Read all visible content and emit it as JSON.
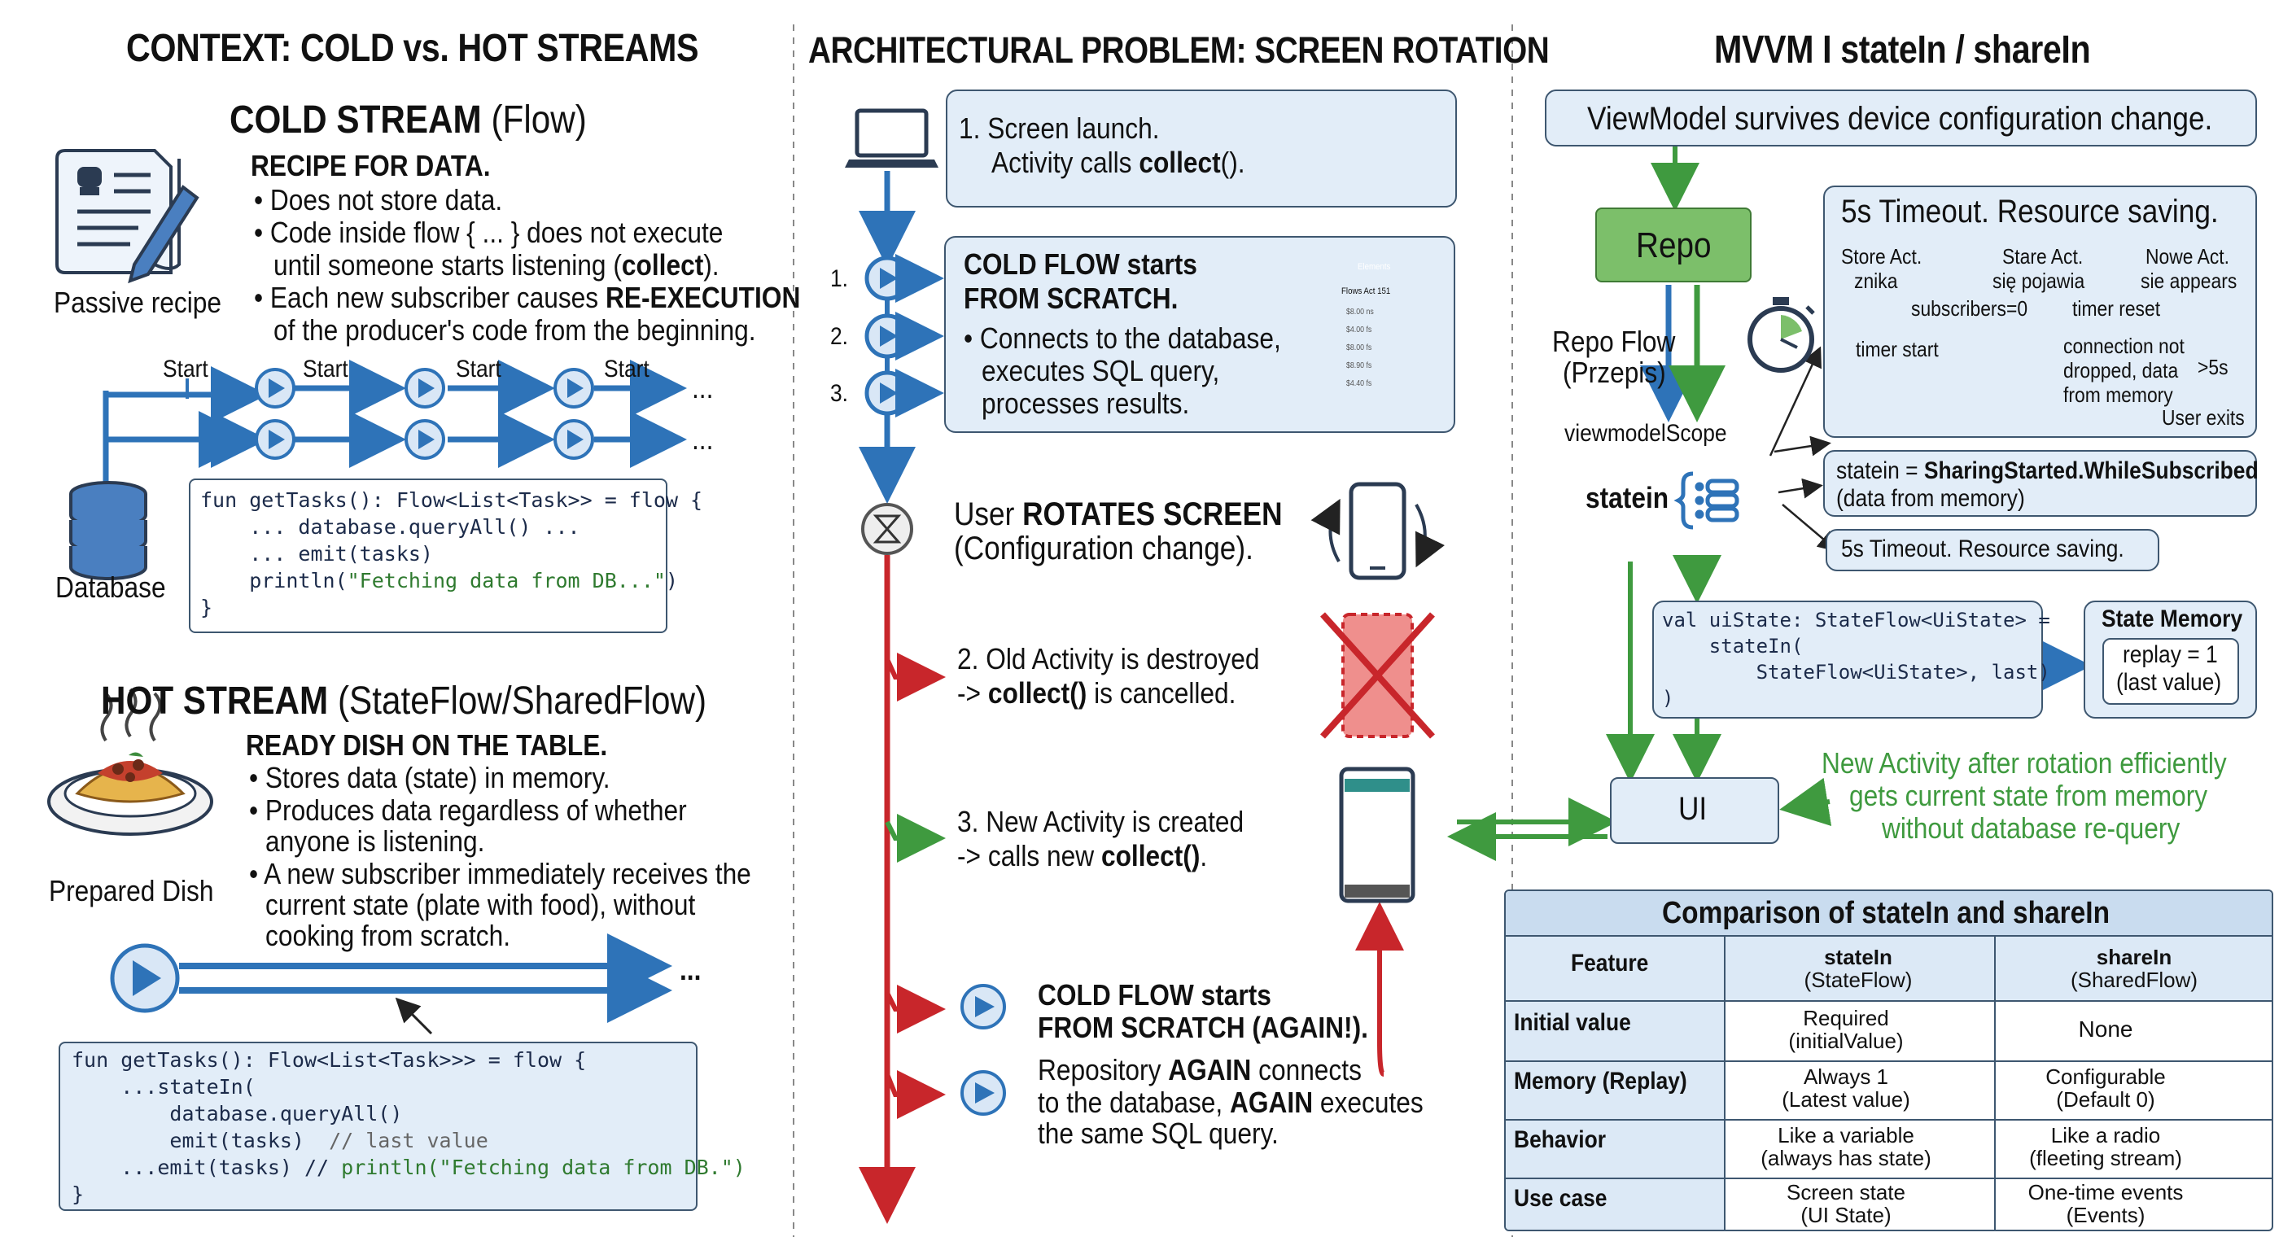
{
  "columns": {
    "left_title": "CONTEXT: COLD vs. HOT STREAMS",
    "mid_title": "ARCHITECTURAL PROBLEM: SCREEN ROTATION",
    "right_title": "MVVM I stateIn / shareIn"
  },
  "cold": {
    "title": "COLD STREAM",
    "title_suffix": "(Flow)",
    "subtitle": "RECIPE FOR DATA.",
    "bullet1": "• Does not store data.",
    "bullet2": "• Code inside flow { ... } does not execute",
    "bullet2b_pre": "until someone starts listening (",
    "bullet2b_bold": "collect",
    "bullet2b_post": ").",
    "bullet3_pre": "• Each new subscriber causes ",
    "bullet3_bold": "RE-EXECUTION",
    "bullet3b": "of the producer's code from the beginning.",
    "icon_label": "Passive recipe",
    "db_label": "Database",
    "start": "Start",
    "ellipsis": "...",
    "code_l1": "fun getTasks(): Flow<List<Task>> = flow {",
    "code_l2": "    ... database.queryAll() ...",
    "code_l3": "    ... emit(tasks)",
    "code_l4a": "    println(",
    "code_l4s": "\"Fetching data from DB...\"",
    "code_l4b": ")",
    "code_l5": "}"
  },
  "hot": {
    "title": "HOT STREAM",
    "title_suffix": "(StateFlow/SharedFlow)",
    "subtitle": "READY DISH ON THE TABLE.",
    "bullet1": "• Stores data (state) in memory.",
    "bullet2": "• Produces data regardless of whether",
    "bullet2b": "anyone is listening.",
    "bullet3": "• A new subscriber immediately receives the",
    "bullet3b": "current state (plate with food), without",
    "bullet3c": "cooking from scratch.",
    "icon_label": "Prepared Dish",
    "ellipsis": "...",
    "code_l1": "fun getTasks(): Flow<List<Task>>> = flow {",
    "code_l2": "    ...stateIn(",
    "code_l3": "        database.queryAll()",
    "code_l4a": "        emit(tasks)  ",
    "code_l4c": "// last value",
    "code_l5a": "    ...emit(tasks) // ",
    "code_l5s": "println(\"Fetching data from DB.\")",
    "code_l6": "}"
  },
  "mid": {
    "step1_l1": "1. Screen launch.",
    "step1_l2_pre": "Activity calls ",
    "step1_l2_bold": "collect",
    "step1_l2_post": "().",
    "cold_title_l1": "COLD FLOW starts",
    "cold_title_l2": "FROM SCRATCH.",
    "cold_b1": "• Connects to the database,",
    "cold_b2": "executes SQL query,",
    "cold_b3": "processes results.",
    "n1": "1.",
    "n2": "2.",
    "n3": "3.",
    "phone_header": "Elements",
    "phone_sub": "Flows Act 151",
    "phone_rows": [
      "$8.00 ns",
      "$4.00 fs",
      "$8.00 fs",
      "$8.90 fs",
      "$4.40 fs"
    ],
    "rotate_pre": "User ",
    "rotate_bold": "ROTATES SCREEN",
    "rotate_l2": "(Configuration change).",
    "destroy_l1": "2. Old Activity is destroyed",
    "destroy_l2_pre": "-> ",
    "destroy_l2_bold": "collect()",
    "destroy_l2_post": " is cancelled.",
    "new_l1": "3. New Activity is created",
    "new_l2_pre": "-> calls new ",
    "new_l2_bold": "collect()",
    "new_l2_post": ".",
    "again_title_l1": "COLD FLOW starts",
    "again_title_l2": "FROM SCRATCH (AGAIN!).",
    "again_l1_pre": "Repository ",
    "again_l1_bold": "AGAIN",
    "again_l1_post": " connects",
    "again_l2_pre": "to the database, ",
    "again_l2_bold": "AGAIN",
    "again_l2_post": " executes",
    "again_l3": "the same SQL query."
  },
  "mvvm": {
    "survive": "ViewModel survives device configuration change.",
    "repo": "Repo",
    "repo_flow_l1": "Repo Flow",
    "repo_flow_l2": "(Przepis)",
    "timeout_title": "5s Timeout. Resource saving.",
    "tl_a1": "Store Act.",
    "tl_a2": "znika",
    "tl_b1": "Stare Act.",
    "tl_b2": "się pojawia",
    "tl_c1": "Nowe Act.",
    "tl_c2": "sie appears",
    "tl_subs": "subscribers=0",
    "tl_reset": "timer reset",
    "tl_start": "timer start",
    "tl_conn_l1": "connection not",
    "tl_conn_l2": "dropped, data",
    "tl_conn_l3": "from memory",
    "tl_gt5": ">5s",
    "tl_exit": "User exits",
    "scope": "viewmodelScope",
    "statein": "statein",
    "started_pre": "statein = ",
    "started_bold": "SharingStarted.WhileSubscribed",
    "started_l2": "(data from memory)",
    "timeout_small": "5s Timeout. Resource saving.",
    "code_l1": "val uiState: StateFlow<UiState> =",
    "code_l2": "    stateIn(",
    "code_l3": "        StateFlow<UiState>, last)",
    "code_l4": ")",
    "mem_title": "State Memory",
    "mem_l1": "replay = 1",
    "mem_l2": "(last value)",
    "ui": "UI",
    "green_note_l1": "New Activity after rotation efficiently",
    "green_note_l2": "gets current state from memory",
    "green_note_l3": "without database re-query"
  },
  "table": {
    "title": "Comparison of stateIn and shareIn",
    "headers": [
      "Feature",
      "stateIn",
      "(StateFlow)",
      "shareIn",
      "(SharedFlow)"
    ],
    "rows": [
      {
        "feature": "Initial value",
        "a1": "Required",
        "a2": "(initialValue)",
        "b1": "None",
        "b2": ""
      },
      {
        "feature": "Memory (Replay)",
        "a1": "Always 1",
        "a2": "(Latest value)",
        "b1": "Configurable",
        "b2": "(Default 0)"
      },
      {
        "feature": "Behavior",
        "a1": "Like a variable",
        "a2": "(always has state)",
        "b1": "Like a radio",
        "b2": "(fleeting stream)"
      },
      {
        "feature": "Use case",
        "a1": "Screen state",
        "a2": "(UI State)",
        "b1": "One-time events",
        "b2": "(Events)"
      }
    ]
  },
  "colors": {
    "blue_arrow": "#2e73b8",
    "red_arrow": "#c8262b",
    "green_arrow": "#3f9a3f",
    "panel_blue": "#e2edf8",
    "panel_green": "#e3f1dd",
    "panel_red": "#f7d1cf",
    "repo_green": "#7cbf6a"
  },
  "icons": [
    "recipe-icon",
    "database-icon",
    "pasta-dish-icon",
    "laptop-icon",
    "phone-touch-icon",
    "hourglass-icon",
    "rotate-phone-icon",
    "stopwatch-icon",
    "list-icon",
    "shuffle-icon",
    "radio-waves-icon",
    "monitor-icon"
  ]
}
